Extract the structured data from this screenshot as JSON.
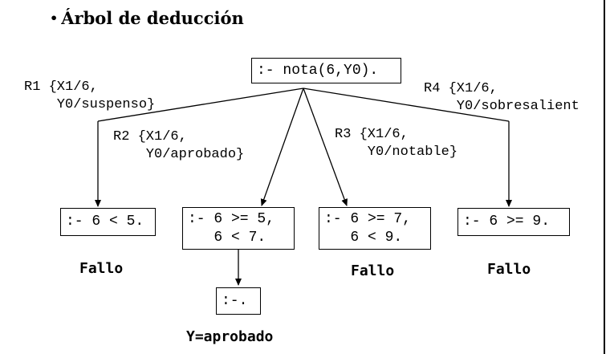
{
  "title": "Árbol de deducción",
  "bullet": "•",
  "root_goal": ":- nota(6,Y0).",
  "edges": [
    {
      "rule": "R1 {X1/6,",
      "subst": "    Y0/suspenso}"
    },
    {
      "rule": "R2 {X1/6,",
      "subst": "    Y0/aprobado}"
    },
    {
      "rule": "R3 {X1/6,",
      "subst": "    Y0/notable}"
    },
    {
      "rule": "R4 {X1/6,",
      "subst": "    Y0/sobresalient"
    }
  ],
  "goals": [
    {
      "text": ":- 6 < 5."
    },
    {
      "text": ":- 6 >= 5,\n   6 < 7."
    },
    {
      "text": ":- 6 >= 7,\n   6 < 9."
    },
    {
      "text": ":- 6 >= 9."
    }
  ],
  "empty_goal": ":-.",
  "results": {
    "fail_1": "Fallo",
    "fail_3": "Fallo",
    "fail_4": "Fallo",
    "answer": "Y=aprobado"
  }
}
